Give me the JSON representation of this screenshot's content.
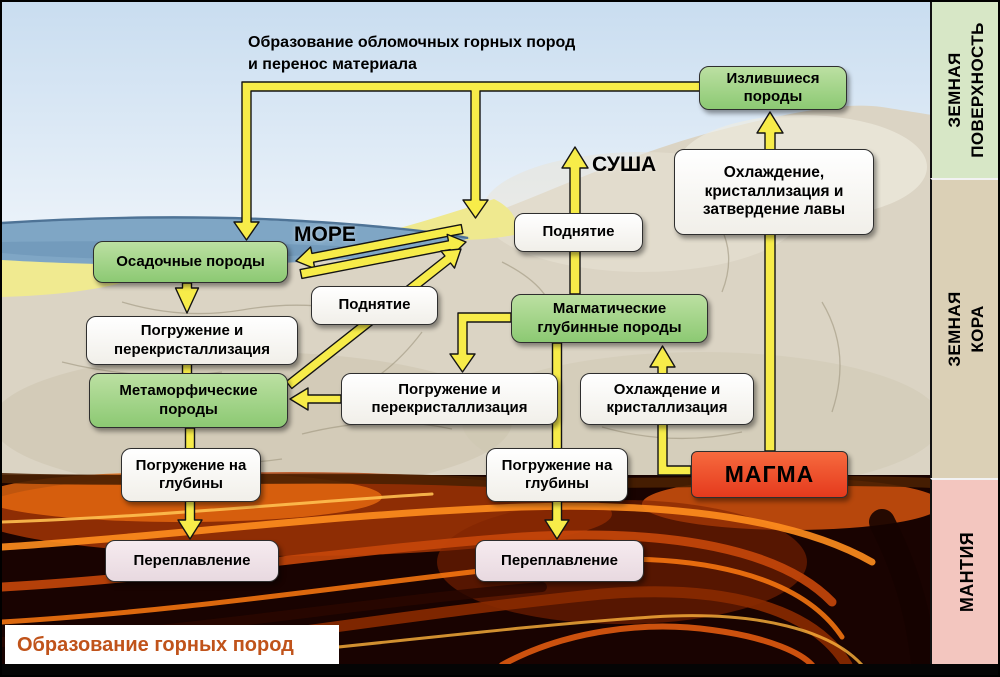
{
  "page": {
    "top_note": "Образование обломочных горных пород\nи перенос материала",
    "bottom_caption": "Образование горных пород"
  },
  "geo_labels": {
    "sea": "МОРЕ",
    "land": "СУША"
  },
  "sidebar": {
    "sections": [
      {
        "id": "surface",
        "label": "ЗЕМНАЯ\nПОВЕРХНОСТЬ",
        "bg": "#d7e7c6"
      },
      {
        "id": "crust",
        "label": "ЗЕМНАЯ\nКОРА",
        "bg": "#dbd0b6"
      },
      {
        "id": "mantle",
        "label": "МАНТИЯ",
        "bg": "#f3c6bf"
      }
    ]
  },
  "nodes": {
    "izlivshiesya": "Излившиеся породы",
    "cooling_lava": "Охлаждение, кристаллизация и затвердение лавы",
    "uplift_right": "Поднятие",
    "osadochnye": "Осадочные породы",
    "uplift_left": "Поднятие",
    "magmaticheskie": "Магматические глубинные породы",
    "subsidence_recryst_left": "Погружение и перекристаллизация",
    "metamorficheskie": "Метаморфические породы",
    "subsidence_recryst_center": "Погружение и перекристаллизация",
    "cooling_cryst": "Охлаждение и кристаллизация",
    "subsidence_depth_left": "Погружение на глубины",
    "subsidence_depth_right": "Погружение на глубины",
    "magma": "МАГМА",
    "remelting_left": "Переплавление",
    "remelting_right": "Переплавление"
  },
  "colors": {
    "arrow": "#f7ec49",
    "green_node": "#9ed184",
    "magma_node": "#ee4a2a",
    "caption_text": "#c0531a",
    "sea": "#7fa6c5",
    "sand": "#efe98f",
    "rock": "#dbd4c4",
    "magma_glow": "#ff8e1e"
  }
}
